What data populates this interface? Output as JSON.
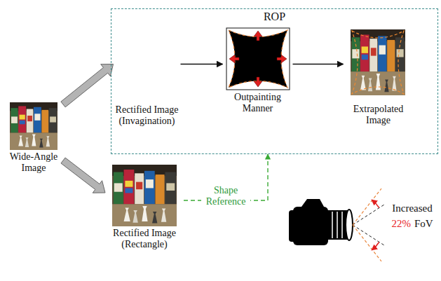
{
  "diagram": {
    "nodes": [
      {
        "text": [
          "ROP"
        ]
      },
      {
        "text": [
          "Rectified Image (Invagination)"
        ],
        "in": 0
      },
      {
        "text": [
          "Outpainting Manner"
        ],
        "in": 0
      },
      {
        "text": [
          "Extrapolated Image"
        ],
        "in": 0
      },
      {
        "text": [
          "Wide-Angle Image"
        ]
      },
      {
        "text": [
          "Rectified Image (Rectangle)"
        ]
      }
    ],
    "edges": [
      {
        "from": 4,
        "to": 1,
        "arrow": "to"
      },
      {
        "from": 4,
        "to": 5,
        "arrow": "to"
      },
      {
        "from": 1,
        "to": 2,
        "arrow": "to"
      },
      {
        "from": 2,
        "to": 3,
        "arrow": "to"
      },
      {
        "from": 5,
        "to": 0,
        "arrow": "to",
        "label": "Shape Reference"
      }
    ],
    "labels": [
      "Increased",
      "22%",
      "FoV"
    ]
  }
}
